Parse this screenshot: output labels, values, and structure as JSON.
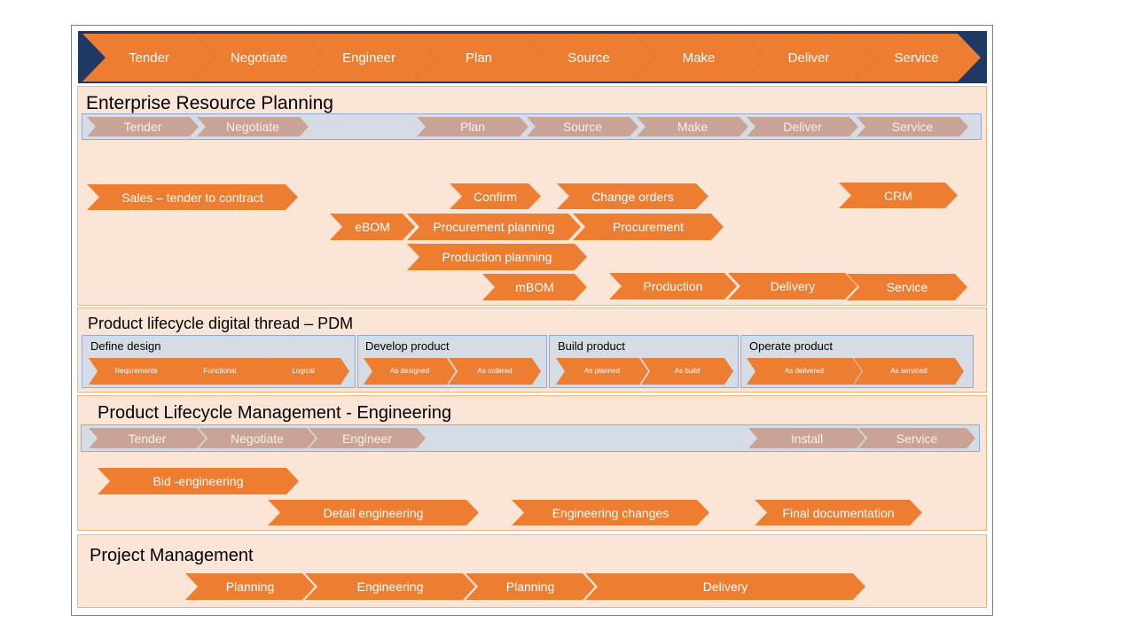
{
  "colors": {
    "navy": "#203864",
    "orange": "#ed7d31",
    "peach": "#fbe5d6",
    "muted_chevron": "#c9a396",
    "strip": "#d6dce5",
    "strip_border": "#8faadc"
  },
  "value_chain": [
    "Tender",
    "Negotiate",
    "Engineer",
    "Plan",
    "Source",
    "Make",
    "Deliver",
    "Service"
  ],
  "erp": {
    "title": "Enterprise Resource Planning",
    "phases": [
      "Tender",
      "Negotiate",
      "Plan",
      "Source",
      "Make",
      "Deliver",
      "Service"
    ],
    "processes": [
      "Sales – tender to contract",
      "Confirm",
      "Change orders",
      "CRM",
      "eBOM",
      "Procurement planning",
      "Procurement",
      "Production planning",
      "mBOM",
      "Production",
      "Delivery",
      "Service"
    ]
  },
  "pdm": {
    "title": "Product lifecycle digital thread – PDM",
    "groups": [
      {
        "label": "Define design",
        "steps": [
          "Requrements",
          "Functional",
          "Logical"
        ]
      },
      {
        "label": "Develop product",
        "steps": [
          "As designed",
          "As ordered"
        ]
      },
      {
        "label": "Build product",
        "steps": [
          "As planned",
          "As  build"
        ]
      },
      {
        "label": "Operate product",
        "steps": [
          "As delivered",
          "As  serviced"
        ]
      }
    ]
  },
  "ple": {
    "title": "Product Lifecycle Management - Engineering",
    "phases": [
      "Tender",
      "Negotiate",
      "Engineer",
      "Install",
      "Service"
    ],
    "processes": [
      "Bid -engineering",
      "Detail engineering",
      "Engineering changes",
      "Final documentation"
    ]
  },
  "pm": {
    "title": "Project Management",
    "processes": [
      "Planning",
      "Engineering",
      "Planning",
      "Delivery"
    ]
  }
}
